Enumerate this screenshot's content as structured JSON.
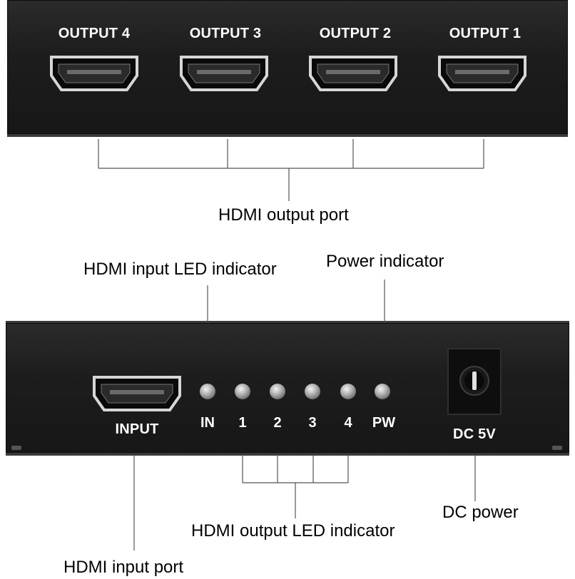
{
  "top_panel": {
    "outputs": [
      {
        "label": "OUTPUT 4"
      },
      {
        "label": "OUTPUT 3"
      },
      {
        "label": "OUTPUT 2"
      },
      {
        "label": "OUTPUT 1"
      }
    ]
  },
  "bottom_panel": {
    "input_label": "INPUT",
    "leds": [
      {
        "label": "IN"
      },
      {
        "label": "1"
      },
      {
        "label": "2"
      },
      {
        "label": "3"
      },
      {
        "label": "4"
      },
      {
        "label": "PW"
      }
    ],
    "dc_label": "DC 5V"
  },
  "callouts": {
    "hdmi_output_port": "HDMI output port",
    "hdmi_input_led": "HDMI input LED indicator",
    "power_indicator": "Power indicator",
    "hdmi_output_led": "HDMI output LED indicator",
    "dc_power": "DC power",
    "hdmi_input_port": "HDMI input port"
  },
  "colors": {
    "device_body": "#1d1d1d",
    "label_text": "#ffffff",
    "line": "#555555"
  }
}
